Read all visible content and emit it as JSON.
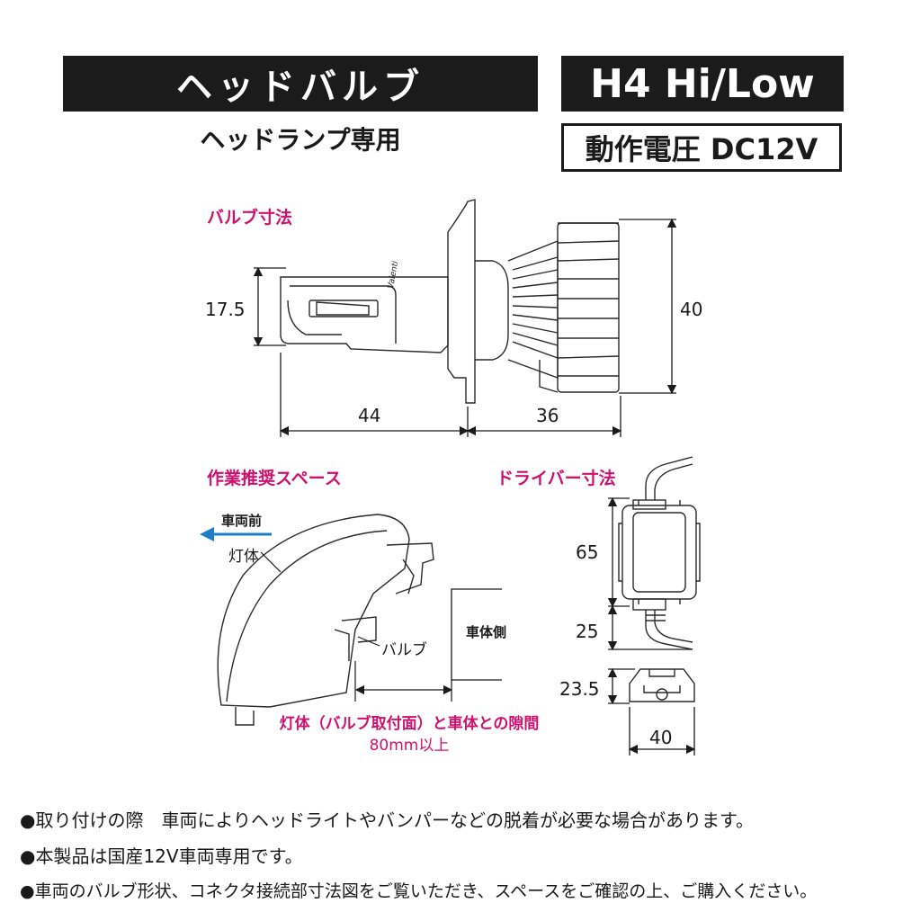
{
  "header": {
    "title": "ヘッドバルブ",
    "subtitle": "ヘッドランプ専用",
    "model": "H4 Hi/Low",
    "voltage": "動作電圧 DC12V"
  },
  "bulb_dimensions": {
    "label": "バルブ寸法",
    "height": "17.5",
    "total_height": "40",
    "front_length": "44",
    "rear_length": "36",
    "brand_mark": "Valenti"
  },
  "work_space": {
    "label": "作業推奨スペース",
    "vehicle_front": "車両前",
    "lamp_body": "灯体",
    "bulb": "バルブ",
    "vehicle_side": "車体側",
    "gap_note_line1": "灯体（バルブ取付面）と車体との隙間",
    "gap_note_line2": "80mm以上"
  },
  "driver_dimensions": {
    "label": "ドライバー寸法",
    "body_height": "65",
    "cable_height": "25",
    "depth": "23.5",
    "width": "40"
  },
  "notes": [
    "●取り付けの際　車両によりヘッドライトやバンパーなどの脱着が必要な場合があります。",
    "●本製品は国産12V車両専用です。",
    "●車両のバルブ形状、コネクタ接続部寸法図をご覧いただき、スペースをご確認の上、ご購入ください。"
  ],
  "colors": {
    "accent_pink": "#d0106f",
    "arrow_blue": "#1f7fc4",
    "dark": "#1b1b1b"
  }
}
